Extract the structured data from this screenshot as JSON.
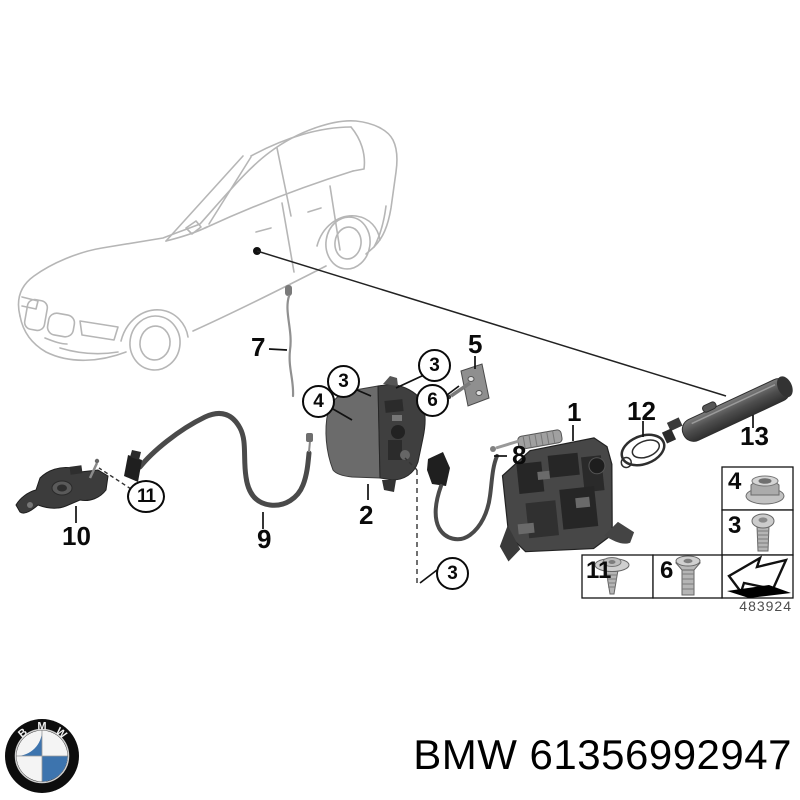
{
  "diagram": {
    "subject": "door lock system exploded parts diagram",
    "figure_number": "483924",
    "callouts": {
      "plain": {
        "1": "1",
        "2": "2",
        "5": "5",
        "7": "7",
        "8": "8",
        "9": "9",
        "10": "10",
        "12": "12",
        "13": "13"
      },
      "circled": {
        "3": "3",
        "4": "4",
        "6": "6",
        "11": "11"
      }
    },
    "legend": {
      "column_cells": [
        {
          "label": "4",
          "icon": "flange-nut-icon"
        },
        {
          "label": "3",
          "icon": "pan-head-screw-icon"
        },
        {
          "label": "",
          "icon": "direction-arrow-icon"
        }
      ],
      "row_cells": [
        {
          "label": "11",
          "icon": "washer-head-screw-icon"
        },
        {
          "label": "6",
          "icon": "countersunk-screw-icon"
        }
      ]
    }
  },
  "footer": {
    "caption": "BMW 61356992947",
    "brand": "BMW",
    "part_number": "61356992947"
  },
  "logo": {
    "b": "B",
    "m": "M",
    "w": "W"
  },
  "colors": {
    "background": "#ffffff",
    "car_outline_gray": "#b6b6b6",
    "part_dark_gray": "#454545",
    "line_black": "#111111",
    "bmw_blue": "#3d74ae",
    "figure_number_gray": "#4d4d4d"
  }
}
